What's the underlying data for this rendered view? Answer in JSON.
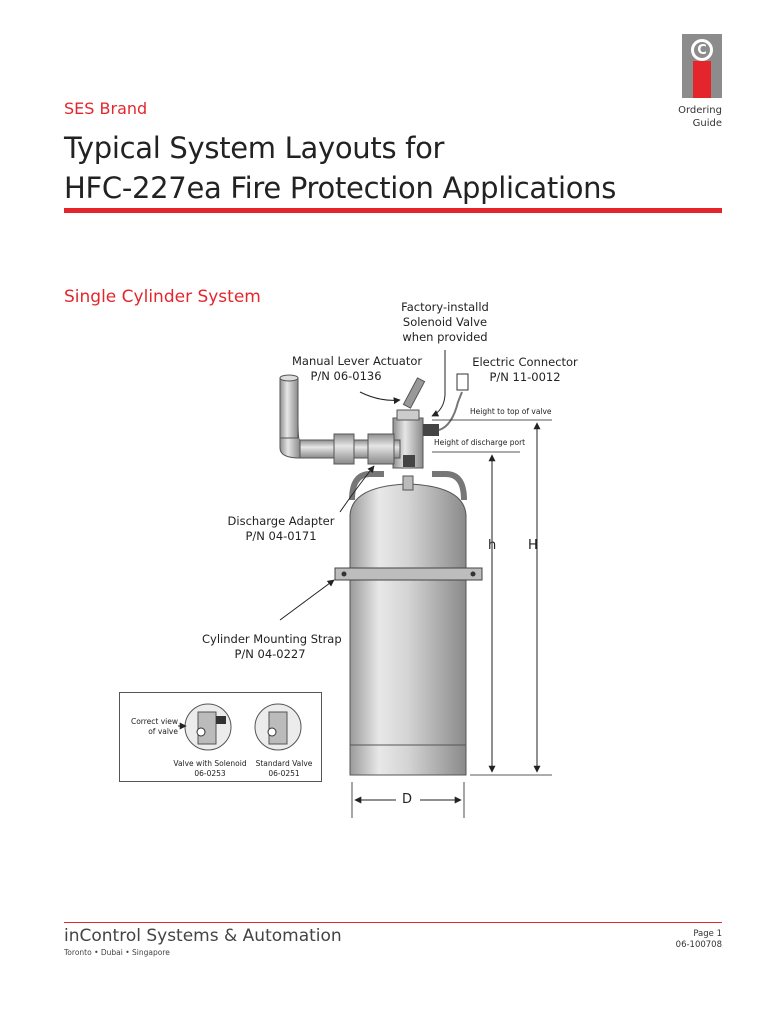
{
  "header": {
    "ordering": "Ordering",
    "guide": "Guide",
    "logo_letter": "C",
    "brand": "SES Brand",
    "title_line1": "Typical System Layouts for",
    "title_line2": "HFC-227ea Fire Protection Applications"
  },
  "section_title": "Single Cylinder System",
  "labels": {
    "solenoid_1": "Factory-installd",
    "solenoid_2": "Solenoid Valve",
    "solenoid_3": "when provided",
    "lever_1": "Manual Lever Actuator",
    "lever_2": "P/N 06-0136",
    "connector_1": "Electric Connector",
    "connector_2": "P/N 11-0012",
    "height_valve": "Height to top of valve",
    "height_port": "Height of discharge port",
    "adapter_1": "Discharge Adapter",
    "adapter_2": "P/N 04-0171",
    "strap_1": "Cylinder Mounting Strap",
    "strap_2": "P/N 04-0227",
    "dim_h": "h",
    "dim_H": "H",
    "dim_D": "D"
  },
  "inset": {
    "correct_1": "Correct view",
    "correct_2": "of valve",
    "solenoid_valve": "Valve with Solenoid",
    "solenoid_pn": "06-0253",
    "standard_valve": "Standard Valve",
    "standard_pn": "06-0251"
  },
  "footer": {
    "company": "inControl Systems & Automation",
    "locations": "Toronto • Dubai • Singapore",
    "page": "Page 1",
    "doc_no": "06-100708"
  },
  "colors": {
    "accent": "#e4262c",
    "logo_grey": "#8c8c8c",
    "cylinder": "#c9c9c9"
  }
}
